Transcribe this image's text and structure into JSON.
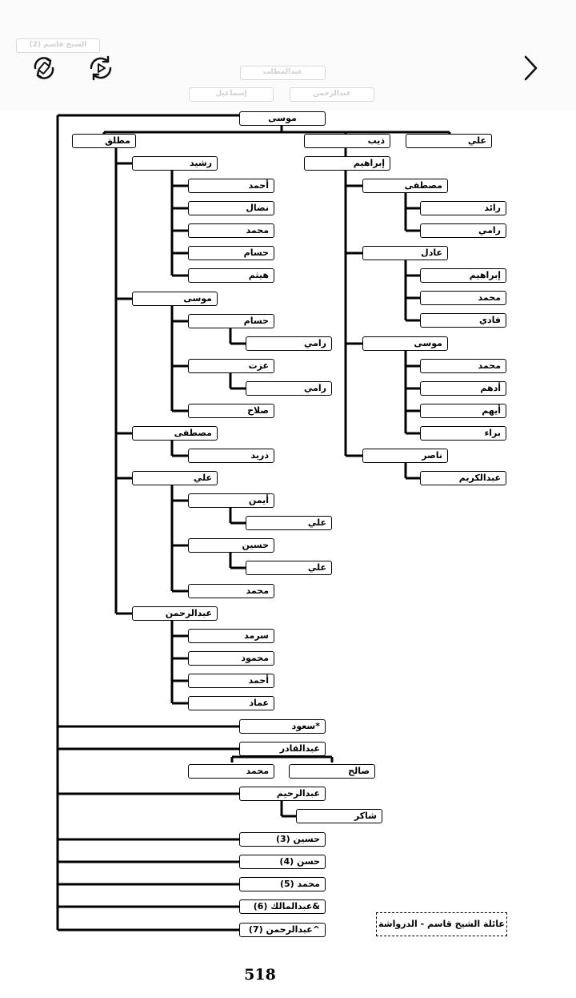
{
  "ghost": {
    "top": "الشيخ قاسم (2)",
    "b1": "عبدالمطلب",
    "b2": "إسماعيل",
    "b3": "عبدالرحمن"
  },
  "toolbar": {
    "icon_left_1": "crop-rotate-icon",
    "icon_left_2": "refresh-play-icon",
    "icon_right": "chevron-right-icon"
  },
  "tree": {
    "root": "موسى",
    "mutlaq": "مطلق",
    "theeb": "ذيب",
    "ali_top": "علي",
    "rasheed": "رشيد",
    "rasheed_children": [
      "أحمد",
      "نضال",
      "محمد",
      "حسام",
      "هيثم"
    ],
    "musa2": "موسى",
    "husam": "حسام",
    "husam_child": "رامي",
    "izzat": "عزت",
    "izzat_child": "رامي",
    "salah": "صلاح",
    "mustafa2": "مصطفى",
    "durayd": "دريد",
    "ali2": "علي",
    "ayman": "أيمن",
    "ayman_child": "علي",
    "husain": "حسين",
    "husain_child": "علي",
    "muhammad_ali": "محمد",
    "abdulrahman2": "عبدالرحمن",
    "abdulrahman_children": [
      "سرمد",
      "محمود",
      "أحمد",
      "عماد"
    ],
    "ibrahim": "إبراهيم",
    "mustafa": "مصطفى",
    "mustafa_children": [
      "رائد",
      "رامي"
    ],
    "adel": "عادل",
    "adel_children": [
      "إبراهيم",
      "محمد",
      "فادي"
    ],
    "musa3": "موسى",
    "musa3_children": [
      "محمد",
      "أدهم",
      "أيهم",
      "براء"
    ],
    "nasser": "ناصر",
    "nasser_child": "عبدالكريم",
    "saud": "*سعود",
    "abdulqader": "عبدالقادر",
    "abdulqader_children": [
      "محمد",
      "صالح"
    ],
    "abdulraheem": "عبدالرحيم",
    "abdulraheem_child": "شاكر",
    "husain3": "حسين (3)",
    "hasan4": "حسن (4)",
    "muhammad5": "محمد (5)",
    "abdulmalik6": "&عبدالمالك (6)",
    "abdulrahman7": "^عبدالرحمن (7)"
  },
  "legend": "عائلة الشيخ قاسم - الدرواشة",
  "page_number": "518"
}
